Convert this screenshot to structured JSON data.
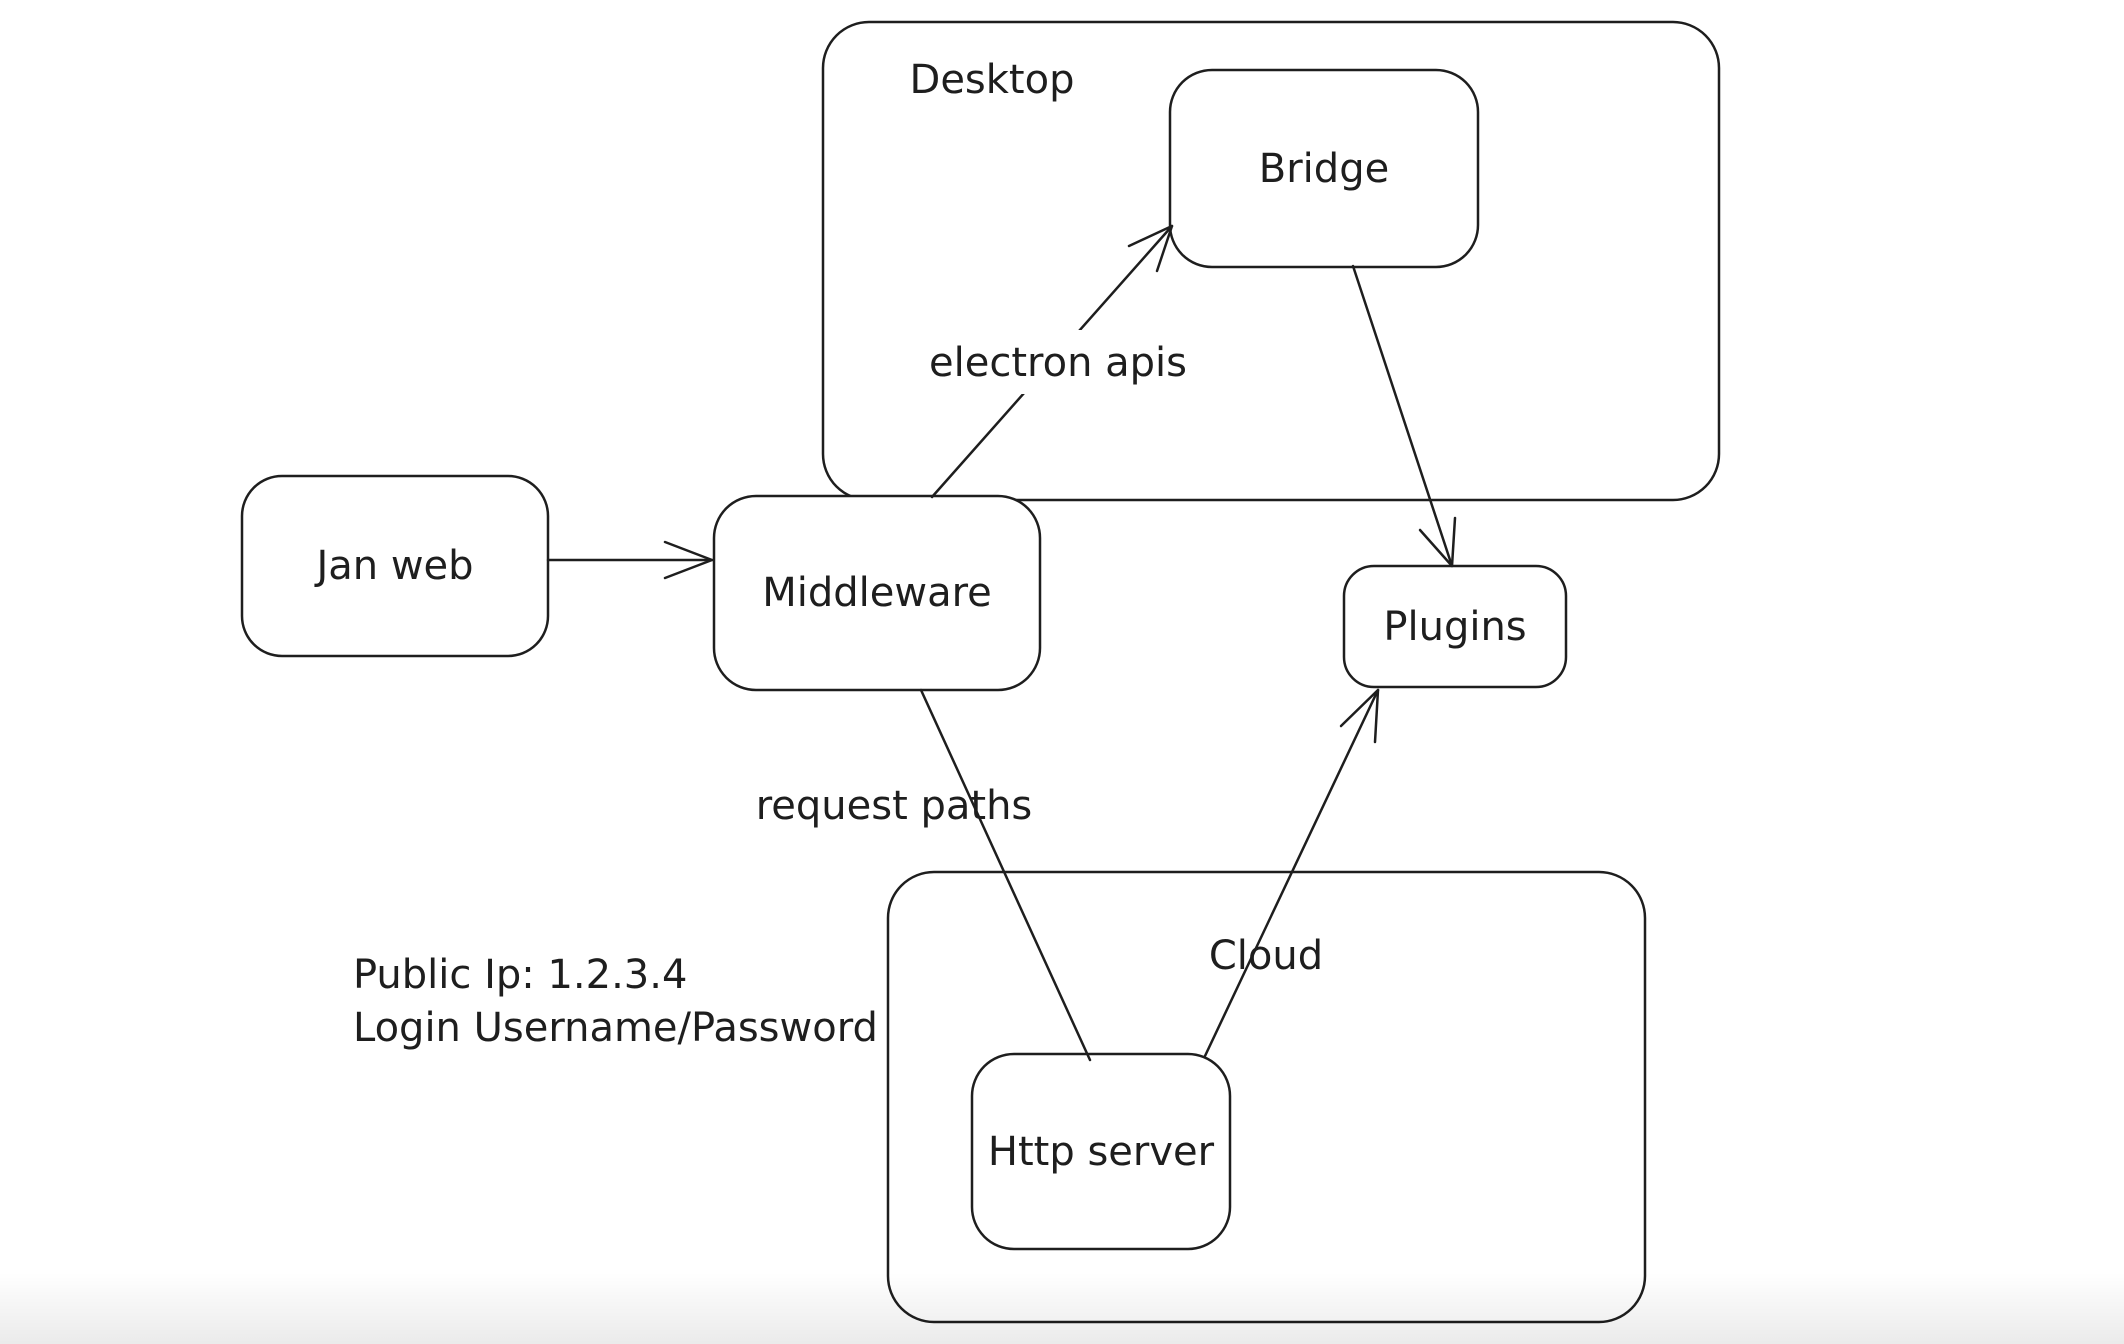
{
  "page": {
    "background": "#ffffff",
    "stroke_color": "#1e1e1e",
    "text_color": "#1e1e1e"
  },
  "diagram": {
    "containers": [
      {
        "id": "desktop",
        "label": "Desktop"
      },
      {
        "id": "cloud",
        "label": "Cloud"
      }
    ],
    "nodes": [
      {
        "id": "jan-web",
        "label": "Jan web"
      },
      {
        "id": "middleware",
        "label": "Middleware"
      },
      {
        "id": "bridge",
        "label": "Bridge"
      },
      {
        "id": "plugins",
        "label": "Plugins"
      },
      {
        "id": "http-server",
        "label": "Http server"
      }
    ],
    "edges": [
      {
        "from": "jan-web",
        "to": "middleware",
        "arrow": true
      },
      {
        "from": "middleware",
        "to": "bridge",
        "label": "electron apis",
        "arrow": true
      },
      {
        "from": "bridge",
        "to": "plugins",
        "arrow": true
      },
      {
        "from": "middleware",
        "to": "http-server",
        "label": "request paths",
        "arrow": false
      },
      {
        "from": "http-server",
        "to": "plugins",
        "arrow": true
      }
    ],
    "annotations": [
      {
        "text": "Public Ip: 1.2.3.4"
      },
      {
        "text": "Login Username/Password"
      }
    ]
  }
}
